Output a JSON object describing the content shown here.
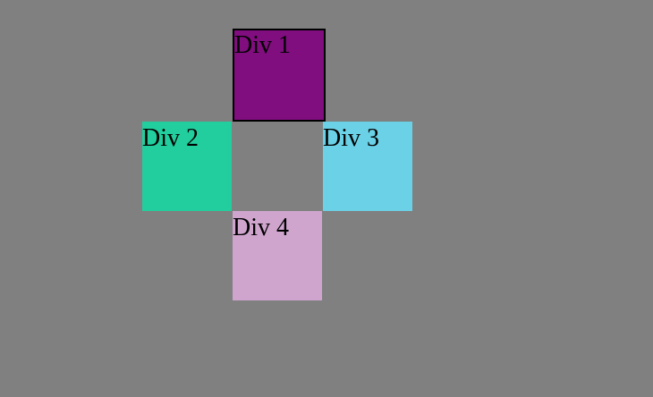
{
  "background_color": "#808080",
  "boxes": [
    {
      "label": "Div 1",
      "color": "#800E7E",
      "border_color": "#000000"
    },
    {
      "label": "Div 2",
      "color": "#22CE9D"
    },
    {
      "label": "Div 3",
      "color": "#6BD1E6"
    },
    {
      "label": "Div 4",
      "color": "#CFA5CE"
    }
  ]
}
